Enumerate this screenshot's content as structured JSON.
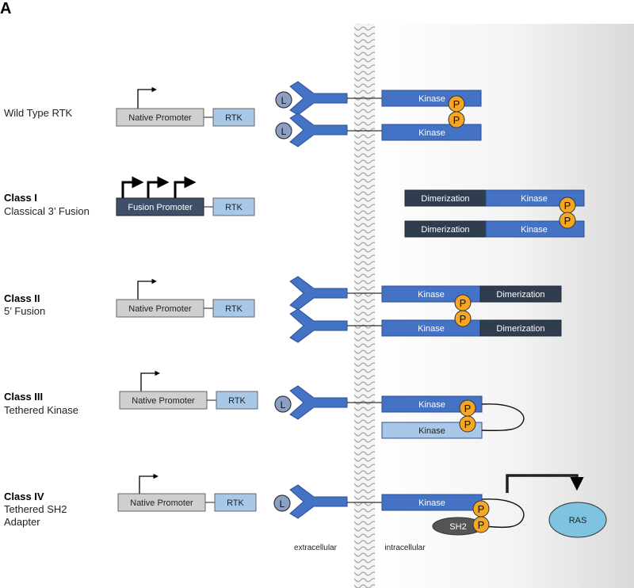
{
  "panel_letter": "A",
  "rows": [
    {
      "id": "wild-type",
      "title": "",
      "subtitle": "Wild Type RTK",
      "promoter": "Native Promoter",
      "gene": "RTK"
    },
    {
      "id": "class-1",
      "title": "Class I",
      "subtitle": "Classical 3’ Fusion",
      "promoter": "Fusion Promoter",
      "gene": "RTK"
    },
    {
      "id": "class-2",
      "title": "Class II",
      "subtitle": "5’ Fusion",
      "promoter": "Native Promoter",
      "gene": "RTK"
    },
    {
      "id": "class-3",
      "title": "Class III",
      "subtitle": "Tethered Kinase",
      "promoter": "Native Promoter",
      "gene": "RTK"
    },
    {
      "id": "class-4",
      "title": "Class IV",
      "subtitle": "Tethered SH2",
      "subtitle2": "Adapter",
      "promoter": "Native Promoter",
      "gene": "RTK"
    }
  ],
  "domains": {
    "kinase": "Kinase",
    "dimerization": "Dimerization",
    "phospho": "P",
    "ligand": "L",
    "sh2": "SH2",
    "ras": "RAS"
  },
  "compartments": {
    "extracellular": "extracellular",
    "intracellular": "intracellular"
  },
  "colors": {
    "receptor_blue": "#4472c4",
    "light_blue": "#a9c8e8",
    "dark_navy": "#2f3d4f",
    "grey_box": "#cfcfcf",
    "phospho_orange": "#f5a623",
    "ras_blue": "#7ec3e0"
  }
}
